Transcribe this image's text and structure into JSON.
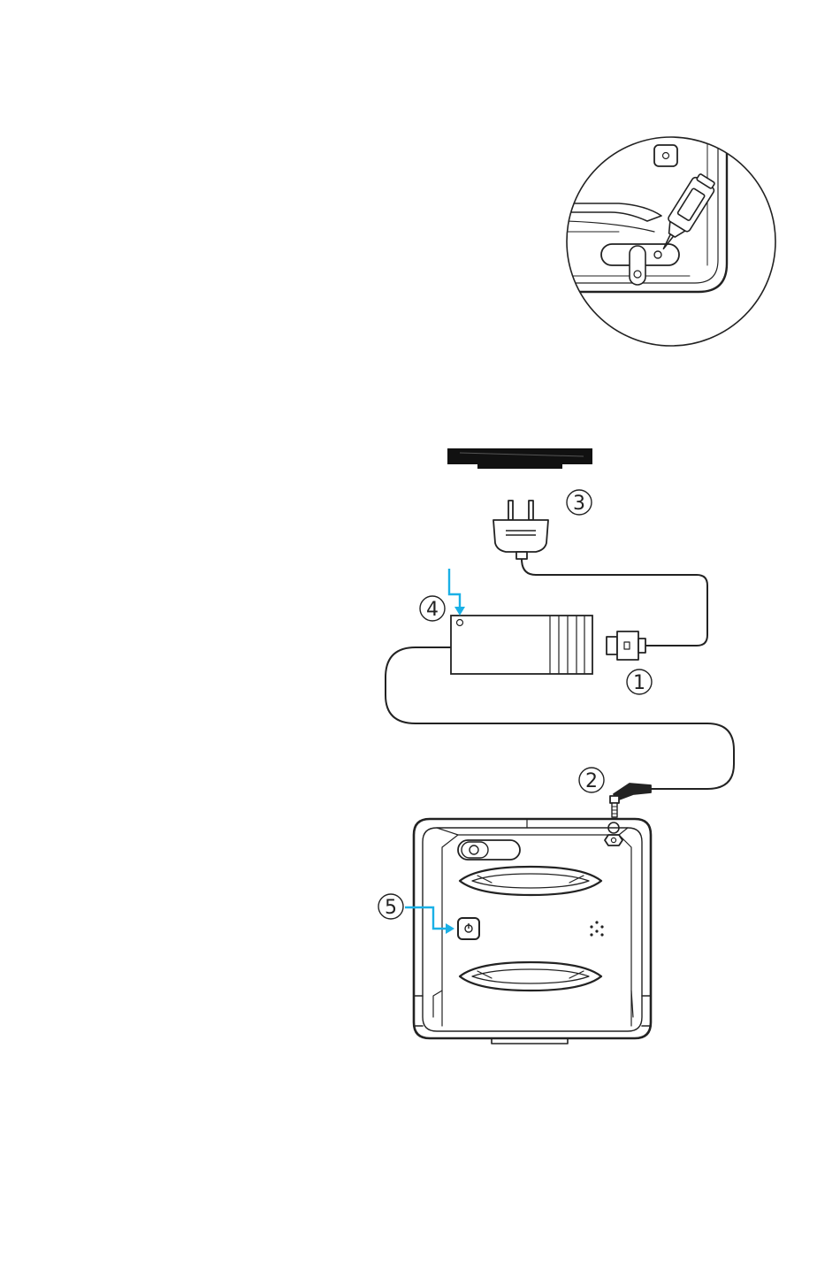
{
  "figure": {
    "callouts": [
      {
        "id": "1",
        "text": "1"
      },
      {
        "id": "2",
        "text": "2"
      },
      {
        "id": "3",
        "text": "3"
      },
      {
        "id": "4",
        "text": "4"
      },
      {
        "id": "5",
        "text": "5"
      }
    ],
    "colors": {
      "line": "#222222",
      "accent": "#1ab0e6",
      "background": "#ffffff"
    },
    "icons": [
      "wall-socket-icon",
      "power-plug-icon",
      "power-adapter-icon",
      "adapter-led-icon",
      "dc-connector-icon",
      "barrel-plug-icon",
      "robot-device-icon",
      "power-button-icon",
      "oil-bottle-icon"
    ]
  }
}
